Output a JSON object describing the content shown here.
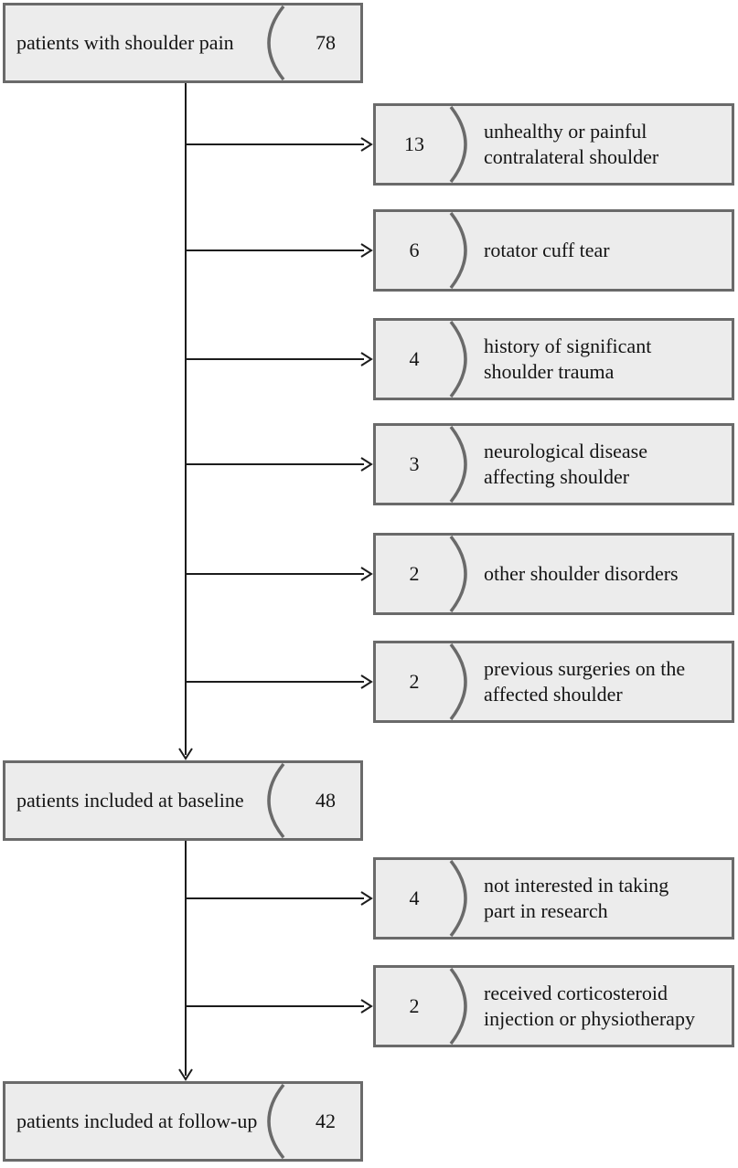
{
  "figure": {
    "stage1": {
      "label": "patients with shoulder pain",
      "count": "78"
    },
    "stage1_exclusions": [
      {
        "count": "13",
        "reason": "unhealthy or painful\ncontralateral shoulder"
      },
      {
        "count": "6",
        "reason": "rotator cuff tear"
      },
      {
        "count": "4",
        "reason": "history of significant\nshoulder trauma"
      },
      {
        "count": "3",
        "reason": "neurological disease\naffecting shoulder"
      },
      {
        "count": "2",
        "reason": "other shoulder disorders"
      },
      {
        "count": "2",
        "reason": "previous surgeries on the\naffected shoulder"
      }
    ],
    "stage2": {
      "label": "patients included at baseline",
      "count": "48"
    },
    "stage2_exclusions": [
      {
        "count": "4",
        "reason": "not interested in taking\npart in research"
      },
      {
        "count": "2",
        "reason": "received corticosteroid\ninjection or physiotherapy"
      }
    ],
    "stage3": {
      "label": "patients included at follow-up",
      "count": "42"
    }
  },
  "colors": {
    "box_fill": "#ececec",
    "box_border": "#6a6a6a",
    "line": "#1c1c1c",
    "text": "#141414"
  }
}
